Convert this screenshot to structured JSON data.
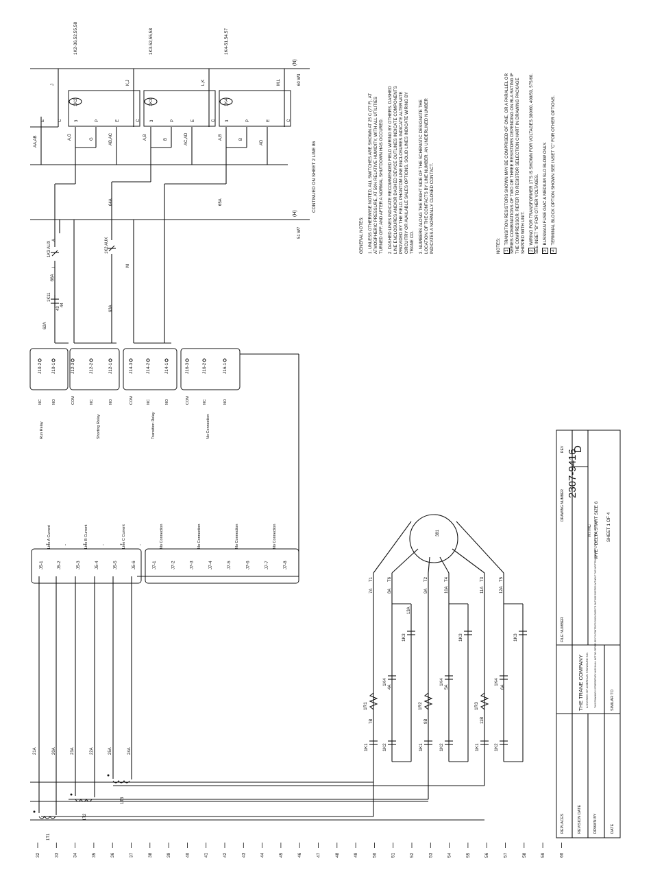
{
  "diagram": {
    "line_numbers": [
      "32",
      "33",
      "34",
      "35",
      "36",
      "37",
      "38",
      "39",
      "40",
      "41",
      "42",
      "43",
      "44",
      "45",
      "46",
      "47",
      "48",
      "49",
      "50",
      "51",
      "52",
      "53",
      "54",
      "55",
      "56",
      "57",
      "58",
      "59",
      "60"
    ],
    "top_refs": [
      "1K2-36,52,55,58",
      "1K3-52,55,58",
      "1K4-51,54,57"
    ],
    "bus_labels": {
      "n": "(N)",
      "h": "(H)",
      "w3": "60 W3",
      "w7": "51 W7"
    },
    "wire_labels": [
      "J",
      "K,J",
      "L,K",
      "M,L",
      "AA,AB",
      "A,G",
      "G",
      "AB,AC",
      "A,B",
      "B",
      "AC,AD",
      "A,B",
      "B",
      "AD",
      "64A",
      "65A",
      "L",
      "M",
      "62A",
      "63A",
      "66A",
      "1K11",
      "43",
      "44",
      "A",
      "21A",
      "20A",
      "23A",
      "22A",
      "25A",
      "24A",
      "7A",
      "8A",
      "9A",
      "10A",
      "11A",
      "12A",
      "13A",
      "7B",
      "9B",
      "11B",
      "4A",
      "5A",
      "6A",
      "T1",
      "T6",
      "T2",
      "T4",
      "T3",
      "T5",
      "381",
      "1T1",
      "1T2",
      "1T3",
      "1K3 AUX",
      "1K2 AUX"
    ],
    "coils": [
      "1K2",
      "1K3",
      "1K4"
    ],
    "coil_pins": [
      "E",
      "C",
      "3",
      "P",
      "E",
      "C"
    ],
    "continued_note": "CONTINUED ON SHEET 2 LINE 86",
    "general_notes": {
      "title": "GENERAL NOTES:",
      "items": [
        "1.  UNLESS OTHERWISE NOTED, ALL SWITCHES ARE SHOWN AT 25 C (77 F), AT ATMOSPHERIC PRESSURE, AT 50% RELATIVE HUMIDITY, WITH ALL UTILITIES TURNED OFF, AND AFTER A NORMAL SHUTDOWN HAS OCCURED.",
        "2.  DASHED LINES INDICATE RECOMMENDED FIELD WIRING BY OTHERS. DASHED LINE ENCLOSURES AND/OR DASHED DEVICE OUTLINES INDICATE COMPONENTS PROVIDED BY THE FIELD. PHANTOM LINE ENCLOSURES INDICATE ALTERNATE CIRCUITRY OR AVAILABLE SALES OPTIONS. SOLID LINES INDICATE WIRING BY TRANE CO.",
        "3.  NUMBERS ALONG THE RIGHT SIDE OF THE SCHEMATIC DESIGNATE THE LOCATION OF THE CONTACTS BY LINE NUMBER. AN UNDERLINED NUMBER INDICATES A NORMALLY CLOSED CONTACT."
      ]
    },
    "notes": {
      "title": "NOTES:",
      "items": [
        {
          "num": "1",
          "text": "TRANSITION RESISTORS SHOWN MAY BE COMPRISED OF ONE, OR A PARALLEL OR SERIES COMBINATIONS OF TWO OR THREE RESISTORS DEPENDING ON RLA RATING IF THE COMPRESSOR. REFER TO RESISTOR SELECTION CHART IN DRAWING PACKAGE SHIPPED WITH UNIT."
        },
        {
          "num": "2",
          "text": "WIRING FOR TRANSFORMER 1T'S IS SHOWN FOR VOLTAGES 380/60, 400/50, 575/60. SEE INSET \"B\" FOR OTHER VOLTAGES."
        },
        {
          "num": "3",
          "text": "BUSSMAN FUSE GMC & MEDIUM SLO BLOW ONLY."
        },
        {
          "num": "4",
          "text": "TERMINAL BLOCK OPTION SHOWN SEE INSET \"C\" FOR OTHER OPTIONS."
        }
      ]
    },
    "relay_blocks": [
      {
        "name": "Run Relay",
        "pins": [
          "J10-2",
          "J10-1"
        ],
        "tags": [
          "NC",
          "NO"
        ]
      },
      {
        "name": "Shorting Relay",
        "pins": [
          "J12-3",
          "J12-2",
          "J12-1"
        ],
        "tags": [
          "COM",
          "NC",
          "NO"
        ]
      },
      {
        "name": "Transition Relay",
        "pins": [
          "J14-3",
          "J14-2",
          "J14-1"
        ],
        "tags": [
          "COM",
          "NC",
          "NO"
        ]
      },
      {
        "name": "No Connection",
        "pins": [
          "J16-3",
          "J16-2",
          "J16-1"
        ],
        "tags": [
          "COM",
          "NC",
          "NO"
        ]
      }
    ],
    "current_block": {
      "pins": [
        "J5-1",
        "J5-2",
        "J5-3",
        "J5-4",
        "J5-5",
        "J5-6"
      ],
      "signs": [
        "+",
        "-",
        "+",
        "-",
        "+",
        "-"
      ],
      "labels": [
        "Line A Current",
        "Line B Current",
        "Line C Current"
      ]
    },
    "nc_block": {
      "pins": [
        "J7-1",
        "J7-2",
        "J7-3",
        "J7-4",
        "J7-5",
        "J7-6",
        "J7-7",
        "J7-8"
      ],
      "labels": [
        "No Connection",
        "No Connection",
        "No Connection",
        "No Connection"
      ]
    },
    "motor_label": "381",
    "contactors": [
      "1K1",
      "1K2",
      "1K3",
      "1K4"
    ],
    "resistors": [
      "1R1",
      "1R2",
      "1R3"
    ],
    "title_block": {
      "replaces": "REPLACES",
      "revision_date": "REVISION DATE",
      "drawn_by": "DRAWN BY",
      "date": "DATE",
      "company": "THE TRANE COMPANY",
      "company_sub": "A DIVISION OF AMERICAN STANDARD INC.",
      "company_fine": "THIS DRAWING IS PROPRIETARY AND SHALL NOT BE COPIED OR ITS CONTENTS DISCLOSED TO OUTSIDE PARTIES WITHOUT THE WRITTEN CONSENT OF THE TRANE COMPANY.",
      "similar_to": "SIMILAR TO",
      "file_number": "FILE NUMBER",
      "drawing_number_label": "DRAWING NUMBER",
      "drawing_number": "2307-9416",
      "rev_label": "REV",
      "rev": "D",
      "title1": "RTHC",
      "title2": "WYE - DELTA START    SIZE 6",
      "sheet": "SHEET 1 OF 4"
    }
  }
}
